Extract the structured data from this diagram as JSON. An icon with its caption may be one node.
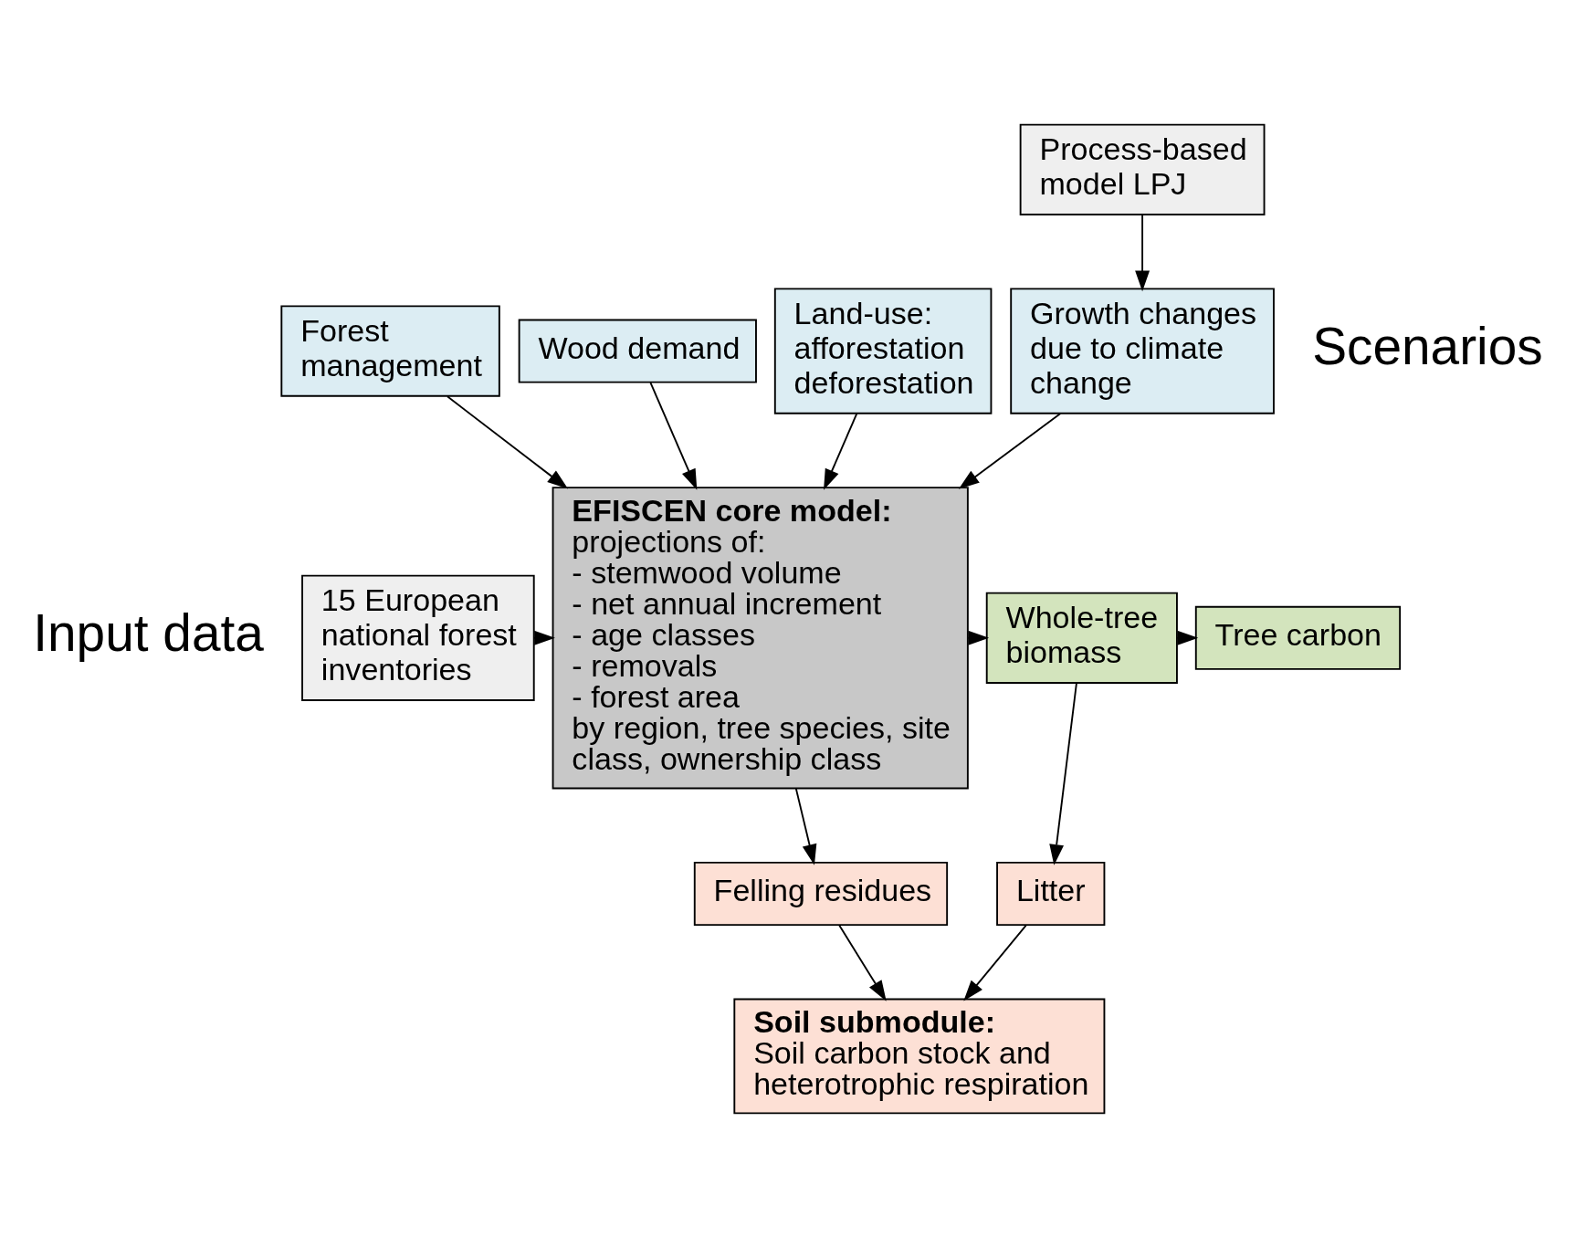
{
  "diagram": {
    "nodes": [
      {
        "text": [
          "Process-based model LPJ"
        ]
      },
      {
        "text": [
          "Forest management"
        ]
      },
      {
        "text": [
          "Wood demand"
        ]
      },
      {
        "text": [
          "Land-use: afforestation deforestation"
        ]
      },
      {
        "text": [
          "Growth changes due to climate change"
        ]
      },
      {
        "text": [
          "EFISCEN core model:",
          "projections of:",
          "- stemwood volume",
          "- net annual increment",
          "- age classes",
          "- removals",
          "- forest area",
          "by region, tree species, site class, ownership class"
        ]
      },
      {
        "text": [
          "15 European national forest inventories"
        ]
      },
      {
        "text": [
          "Whole-tree biomass"
        ]
      },
      {
        "text": [
          "Tree carbon"
        ]
      },
      {
        "text": [
          "Litter"
        ]
      },
      {
        "text": [
          "Felling residues"
        ]
      },
      {
        "text": [
          "Soil submodule:",
          "Soil carbon stock and heterotrophic respiration"
        ]
      }
    ],
    "edges": [
      {
        "from": 0,
        "to": 4,
        "arrow": "to"
      },
      {
        "from": 1,
        "to": 5,
        "arrow": "to"
      },
      {
        "from": 2,
        "to": 5,
        "arrow": "to"
      },
      {
        "from": 3,
        "to": 5,
        "arrow": "to"
      },
      {
        "from": 4,
        "to": 5,
        "arrow": "to"
      },
      {
        "from": 6,
        "to": 5,
        "arrow": "to"
      },
      {
        "from": 5,
        "to": 7,
        "arrow": "to"
      },
      {
        "from": 7,
        "to": 8,
        "arrow": "to"
      },
      {
        "from": 7,
        "to": 9,
        "arrow": "to"
      },
      {
        "from": 9,
        "to": 11,
        "arrow": "to"
      },
      {
        "from": 5,
        "to": 10,
        "arrow": "to"
      },
      {
        "from": 10,
        "to": 11,
        "arrow": "to"
      }
    ],
    "labels": [
      "Scenarios",
      "Input data"
    ]
  }
}
